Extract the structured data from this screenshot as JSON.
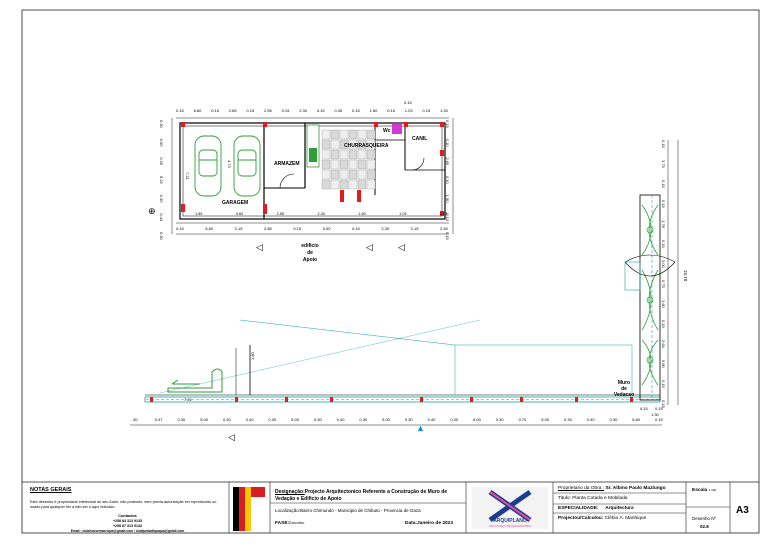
{
  "colors": {
    "wall": "#000000",
    "dimension": "#1a1a1a",
    "garden": "#2e9e3a",
    "fence": "#18a7a0",
    "toilet": "#d23ad6",
    "red_marks": "#e21c1c",
    "logo_blue": "#1e3c8f",
    "logo_pink": "#e24f9c",
    "flag_black": "#000000",
    "flag_red": "#d81e1e",
    "flag_yellow": "#f7c600"
  },
  "plan": {
    "room_garagem": "GARAGEM",
    "room_armazem": "ARMAZEM",
    "room_churrasqueira": "CHURRASQUEIRA",
    "room_canil": "CANIL",
    "room_wc": "Wc",
    "building_label": [
      "edificio",
      "de",
      "Apoio"
    ],
    "wall_label": [
      "Muro",
      "de",
      "Vedacao"
    ],
    "dims_top": [
      "0.15",
      "6.60",
      "0.15",
      "2.85",
      "0.15",
      "2.55",
      "0.15",
      "2.30",
      "0.15",
      "0.45",
      "0.15",
      "1.60",
      "0.15",
      "1.03",
      "0.15",
      "1.33"
    ],
    "dims_top_extra": "0.15",
    "dims_bottom_row1": [
      "1.55",
      "0.60",
      "2.55",
      "2.30",
      "1.60",
      "1.03",
      "1.33"
    ],
    "dims_bottom_row2": [
      "0.15",
      "6.60",
      "0.15",
      "2.85",
      "0.15",
      "5.00",
      "0.15",
      "2.30",
      "0.15",
      "2.45"
    ],
    "dims_left": [
      "0.30",
      "0.90",
      "0.30",
      "5.22",
      "0.30",
      "0.44",
      "0.30"
    ],
    "dims_right": [
      "0.15",
      "0.10",
      "2.65",
      "0.10",
      "1.50",
      "0.10",
      "0.15"
    ],
    "dim_710": "7.21",
    "dim_small_cars": "4.73",
    "fence_dims_bottom": [
      ".30",
      "0.47",
      "0.30",
      "5.00",
      "0.30",
      "0.40",
      "0.30",
      "5.00",
      "0.30",
      "0.40",
      "0.30",
      "5.00",
      "0.30",
      "0.40",
      "0.30",
      "6.00",
      "0.30",
      "0.70",
      "5.00",
      "0.30",
      "0.40",
      "0.30",
      "6.60",
      "0.15"
    ],
    "fence_dim_height": "1.80",
    "fence_dim_721": "7.21",
    "fence_right_dims": [
      "0.15",
      "3.75",
      "0.15",
      "0.15",
      "1.78",
      "0.15",
      "3.00",
      "0.75",
      "1.60",
      "0.15",
      "2.64",
      "0.60",
      "0.15",
      "0.15"
    ],
    "fence_total": "15.70",
    "fence_end": "0.15",
    "fence_end2": "1.30",
    "fence_corner": "0.15"
  },
  "title_block": {
    "notes_title": "NOTAS GERAIS",
    "notes_body": "Este desenho é propriedade intelectual do seu Autor, não podendo, sem previa autorização ser reproduzido ou usado para qualquer fim a não ser o aqui indicado.",
    "contacts_title": "Contactos",
    "phone1": "+258 84 313 9133",
    "phone2": "+258 87 313 9133",
    "email": "Email : clubhousemacrique@gmail.com / clubjunwathpaqua@gmail.com",
    "designacao_label": "Designação:",
    "designacao_value": "Projecto Arquitectonico Referente a Construção de Muro de Vedação e Edificio de Apoio",
    "localizacao_label": "Localização:",
    "localizacao_value": "Bairro Chimundo - Municipio de Chibuto - Provincia de Gaza",
    "fase_label": "FASE:",
    "fase_value": "Executivo",
    "data_label": "Data:",
    "data_value": "Janeiro de 2023",
    "logo_text": "ARQUIPLANO",
    "logo_sub": "SOLUCOES DE ENGENHARIA",
    "proprietario_label": "Proprietario da Obra :",
    "proprietario_value": "Sr. Albino Paulo Mazlungo",
    "titulo_label": "Titulo:",
    "titulo_value": "Planta Cotada e Mobilada",
    "especialidade_label": "ESPECIALIDADE:",
    "especialidade_value": "Arquitectura",
    "projectou_label": "Projectou/Calculou:",
    "projectou_value": "Clébio A. Manhique",
    "escala_label": "Escala",
    "escala_value": "1:100",
    "desenho_label": "Desenho Nº",
    "desenho_value": "02.8",
    "sheet_size": "A3"
  }
}
